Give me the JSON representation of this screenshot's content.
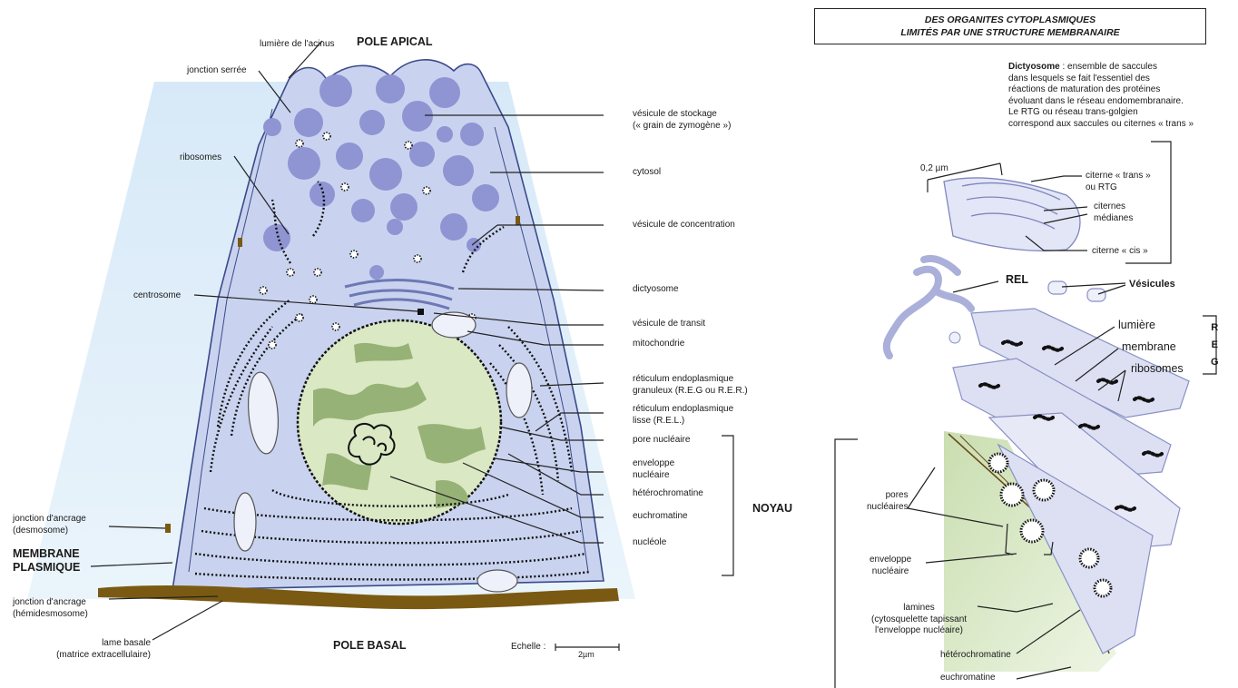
{
  "left_diagram": {
    "pole_apical": "POLE APICAL",
    "pole_basal": "POLE BASAL",
    "lumiere_acinus": "lumière de l'acinus",
    "jonction_serree": "jonction serrée",
    "ribosomes": "ribosomes",
    "centrosome": "centrosome",
    "jonction_desmosome": "jonction d'ancrage\n(desmosome)",
    "membrane_plasmique": "MEMBRANE\nPLASMIQUE",
    "jonction_hemidesmosome": "jonction d'ancrage\n(hémidesmosome)",
    "lame_basale": "lame basale\n(matrice extracellulaire)",
    "vesicule_stockage": "vésicule de stockage\n(« grain de zymogène »)",
    "cytosol": "cytosol",
    "vesicule_concentration": "vésicule de concentration",
    "dictyosome": "dictyosome",
    "vesicule_transit": "vésicule de transit",
    "mitochondrie": "mitochondrie",
    "reg": "réticulum endoplasmique\ngranuleux (R.E.G ou R.E.R.)",
    "rel": "réticulum endoplasmique\nlisse (R.E.L.)",
    "pore_nucleaire": "pore nucléaire",
    "enveloppe_nucleaire": "enveloppe\nnucléaire",
    "heterochromatine": "hétérochromatine",
    "euchromatine": "euchromatine",
    "nucleole": "nucléole",
    "noyau": "NOYAU",
    "echelle": "Echelle :",
    "echelle_value": "2µm"
  },
  "right_diagram": {
    "title": "DES ORGANITES CYTOPLASMIQUES\nLIMITÉS PAR UNE STRUCTURE MEMBRANAIRE",
    "dictyosome_term": "Dictyosome",
    "dictyosome_desc": " : ensemble de saccules\ndans lesquels se fait l'essentiel des\nréactions de maturation des protéines\névoluant dans le réseau endomembranaire.\nLe RTG ou réseau trans-golgien\ncorrespond aux saccules ou citernes « trans »",
    "scale": "0,2 µm",
    "citerne_trans": "citerne « trans »\nou RTG",
    "citernes_medianes": "citernes\nmédianes",
    "citerne_cis": "citerne « cis »",
    "rel": "REL",
    "vesicules": "Vésicules",
    "lumiere": "lumière",
    "membrane": "membrane",
    "ribosomes": "ribosomes",
    "reg_letters": "R\nE\nG",
    "pores_nucleaires": "pores\nnucléaires",
    "enveloppe_nucleaire": "enveloppe\nnucléaire",
    "lamines": "lamines\n(cytosquelette tapissant\nl'enveloppe nucléaire)",
    "heterochromatine": "hétérochromatine",
    "euchromatine": "euchromatine"
  },
  "colors": {
    "cytoplasm": "#c9d3ef",
    "vesicle": "#8f94d2",
    "lumen_glow": "#cfe4f6",
    "nucleus": "#dbe8c4",
    "chromatin": "#97b277",
    "basal_lamina": "#7a5a12"
  }
}
